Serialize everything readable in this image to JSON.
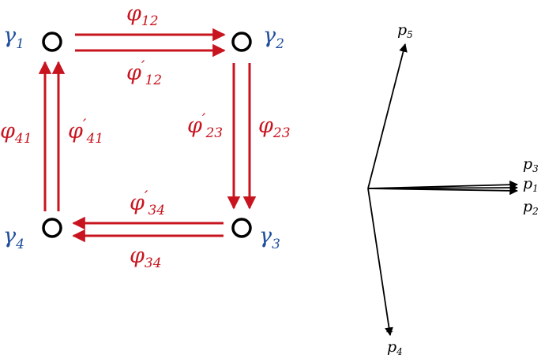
{
  "nodes": {
    "g1": {
      "symbol": "γ",
      "sub": "1"
    },
    "g2": {
      "symbol": "γ",
      "sub": "2"
    },
    "g3": {
      "symbol": "γ",
      "sub": "3"
    },
    "g4": {
      "symbol": "γ",
      "sub": "4"
    }
  },
  "edges": {
    "e12": {
      "symbol": "φ",
      "prime": "",
      "sub": "12"
    },
    "e12p": {
      "symbol": "φ",
      "prime": "′",
      "sub": "12"
    },
    "e23": {
      "symbol": "φ",
      "prime": "",
      "sub": "23"
    },
    "e23p": {
      "symbol": "φ",
      "prime": "′",
      "sub": "23"
    },
    "e34": {
      "symbol": "φ",
      "prime": "",
      "sub": "34"
    },
    "e34p": {
      "symbol": "φ",
      "prime": "′",
      "sub": "34"
    },
    "e41": {
      "symbol": "φ",
      "prime": "",
      "sub": "41"
    },
    "e41p": {
      "symbol": "φ",
      "prime": "′",
      "sub": "41"
    }
  },
  "vectors": {
    "p5": {
      "symbol": "p",
      "bar": "",
      "sub": "5"
    },
    "p3": {
      "symbol": "p",
      "bar": "",
      "sub": "3"
    },
    "p1": {
      "symbol": "p",
      "bar": "",
      "sub": "1"
    },
    "p2": {
      "symbol": "p",
      "bar": "",
      "sub": "2"
    },
    "p4": {
      "symbol": "p",
      "bar": "‾",
      "sub": "4"
    }
  },
  "colors": {
    "arrow": "#c8141e",
    "node_label": "#1f4e9c",
    "node_stroke": "#000000",
    "vector": "#000000"
  }
}
